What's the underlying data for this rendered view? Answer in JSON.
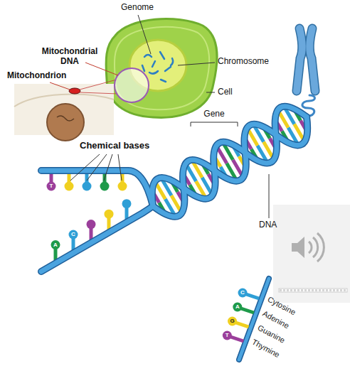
{
  "diagram": {
    "labels": [
      "Genome",
      "Mitochondrial DNA",
      "Mitochondrion",
      "Chromosome",
      "Cell",
      "Gene",
      "Chemical bases",
      "T",
      "DNA",
      "A",
      "C",
      "C",
      "A",
      "G",
      "T"
    ],
    "legend": [
      {
        "text": "Cytosine",
        "color": "#2f9fd6"
      },
      {
        "text": "Adenine",
        "color": "#1f9a4a"
      },
      {
        "text": "Guanine",
        "color": "#f0d020"
      },
      {
        "text": "Thymine",
        "color": "#9b3f9b"
      }
    ]
  }
}
